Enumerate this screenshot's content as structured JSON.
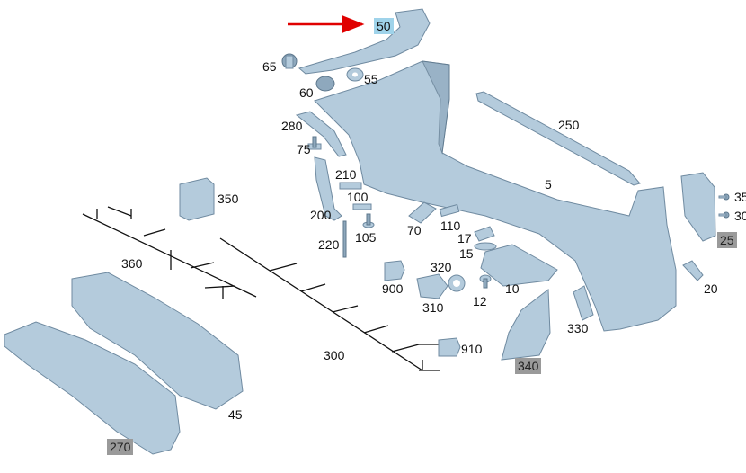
{
  "diagram": {
    "highlight_color": "#9fd3ea",
    "part_color": "#b4cbdc",
    "arrow_color": "#e00000",
    "labels": [
      {
        "id": "50",
        "text": "50",
        "style": "highlight"
      },
      {
        "id": "65",
        "text": "65",
        "style": "plain"
      },
      {
        "id": "55",
        "text": "55",
        "style": "plain"
      },
      {
        "id": "60",
        "text": "60",
        "style": "plain"
      },
      {
        "id": "280",
        "text": "280",
        "style": "plain"
      },
      {
        "id": "250",
        "text": "250",
        "style": "plain"
      },
      {
        "id": "75",
        "text": "75",
        "style": "plain"
      },
      {
        "id": "210",
        "text": "210",
        "style": "plain"
      },
      {
        "id": "5",
        "text": "5",
        "style": "plain"
      },
      {
        "id": "350",
        "text": "350",
        "style": "plain"
      },
      {
        "id": "100",
        "text": "100",
        "style": "plain"
      },
      {
        "id": "35",
        "text": "35",
        "style": "plain"
      },
      {
        "id": "30",
        "text": "30",
        "style": "plain"
      },
      {
        "id": "200",
        "text": "200",
        "style": "plain"
      },
      {
        "id": "70",
        "text": "70",
        "style": "plain"
      },
      {
        "id": "110",
        "text": "110",
        "style": "plain"
      },
      {
        "id": "17",
        "text": "17",
        "style": "plain"
      },
      {
        "id": "105",
        "text": "105",
        "style": "plain"
      },
      {
        "id": "25",
        "text": "25",
        "style": "gray"
      },
      {
        "id": "220",
        "text": "220",
        "style": "plain"
      },
      {
        "id": "15",
        "text": "15",
        "style": "plain"
      },
      {
        "id": "360",
        "text": "360",
        "style": "plain"
      },
      {
        "id": "320",
        "text": "320",
        "style": "plain"
      },
      {
        "id": "900",
        "text": "900",
        "style": "plain"
      },
      {
        "id": "10",
        "text": "10",
        "style": "plain"
      },
      {
        "id": "20",
        "text": "20",
        "style": "plain"
      },
      {
        "id": "12",
        "text": "12",
        "style": "plain"
      },
      {
        "id": "310",
        "text": "310",
        "style": "plain"
      },
      {
        "id": "330",
        "text": "330",
        "style": "plain"
      },
      {
        "id": "910",
        "text": "910",
        "style": "plain"
      },
      {
        "id": "300",
        "text": "300",
        "style": "plain"
      },
      {
        "id": "340",
        "text": "340",
        "style": "gray"
      },
      {
        "id": "45",
        "text": "45",
        "style": "plain"
      },
      {
        "id": "270",
        "text": "270",
        "style": "gray"
      }
    ]
  }
}
